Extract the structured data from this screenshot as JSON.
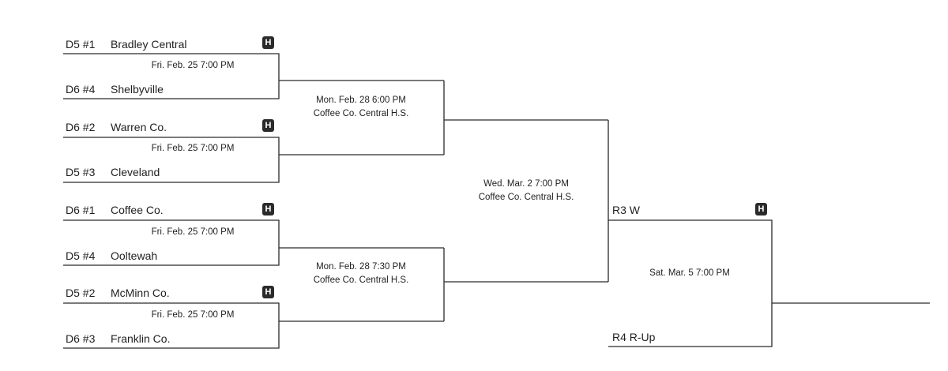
{
  "home_badge": "H",
  "round1": [
    {
      "top": {
        "seed": "D5 #1",
        "team": "Bradley Central",
        "home": true
      },
      "bottom": {
        "seed": "D6 #4",
        "team": "Shelbyville"
      },
      "time": "Fri. Feb. 25 7:00 PM"
    },
    {
      "top": {
        "seed": "D6 #2",
        "team": "Warren Co.",
        "home": true
      },
      "bottom": {
        "seed": "D5 #3",
        "team": "Cleveland"
      },
      "time": "Fri. Feb. 25 7:00 PM"
    },
    {
      "top": {
        "seed": "D6 #1",
        "team": "Coffee Co.",
        "home": true
      },
      "bottom": {
        "seed": "D5 #4",
        "team": "Ooltewah"
      },
      "time": "Fri. Feb. 25 7:00 PM"
    },
    {
      "top": {
        "seed": "D5 #2",
        "team": "McMinn Co.",
        "home": true
      },
      "bottom": {
        "seed": "D6 #3",
        "team": "Franklin Co."
      },
      "time": "Fri. Feb. 25 7:00 PM"
    }
  ],
  "semifinals": [
    {
      "time": "Mon. Feb. 28 6:00 PM",
      "venue": "Coffee Co. Central H.S."
    },
    {
      "time": "Mon. Feb. 28 7:30 PM",
      "venue": "Coffee Co. Central H.S."
    }
  ],
  "final": {
    "time": "Wed. Mar. 2 7:00 PM",
    "venue": "Coffee Co. Central H.S."
  },
  "substate": {
    "top": {
      "team": "R3 W",
      "home": true
    },
    "bottom": {
      "team": "R4 R-Up"
    },
    "time": "Sat. Mar. 5 7:00 PM"
  }
}
